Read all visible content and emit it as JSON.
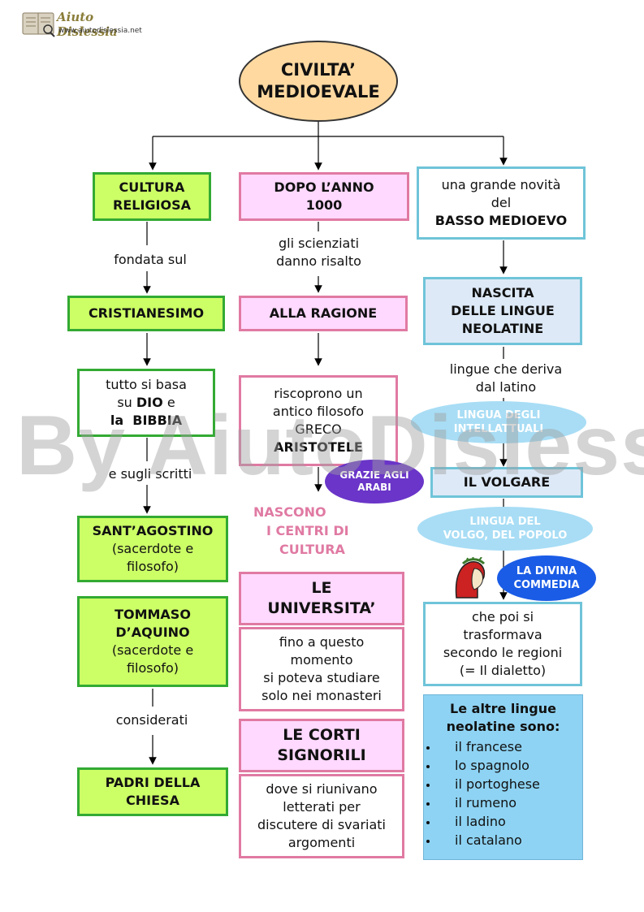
{
  "logo": {
    "brand": "Aiuto Dislessia",
    "url": "www.aiutodislessia.net"
  },
  "watermark": "By AiutoDislessia.net",
  "title": {
    "line1": "CIVILTA’",
    "line2": "MEDIOEVALE"
  },
  "left": {
    "box1": {
      "line1": "CULTURA",
      "line2": "RELIGIOSA"
    },
    "label1": "fondata sul",
    "box2": "CRISTIANESIMO",
    "box3": {
      "line1": "tutto si basa",
      "line2_pre": "su ",
      "line2_bold": "DIO",
      "line2_post": " e",
      "line3_a": "la",
      "line3_b": "BIBBIA"
    },
    "label2": "e sugli scritti",
    "box4": {
      "title": "SANT’AGOSTINO",
      "sub1": "(sacerdote e",
      "sub2": "filosofo)"
    },
    "box5": {
      "title1": "TOMMASO",
      "title2": "D’AQUINO",
      "sub1": "(sacerdote e",
      "sub2": "filosofo)"
    },
    "label3": "considerati",
    "box6": {
      "line1": "PADRI DELLA",
      "line2": "CHIESA"
    }
  },
  "middle": {
    "box1": {
      "line1": "DOPO L’ANNO",
      "line2": "1000"
    },
    "label1": {
      "line1": "gli scienziati",
      "line2": "danno risalto"
    },
    "box2": "ALLA RAGIONE",
    "box3": {
      "line1": "riscoprono un",
      "line2": "antico filosofo",
      "line3": "GRECO",
      "line4": "ARISTOTELE"
    },
    "bubble": {
      "line1": "GRAZIE AGLI",
      "line2": "ARABI"
    },
    "nascono": {
      "line1": "NASCONO",
      "line2": "I CENTRI DI",
      "line3": "CULTURA"
    },
    "box4": {
      "line1": "LE",
      "line2": "UNIVERSITA’"
    },
    "box5": {
      "line1": "fino a questo",
      "line2": "momento",
      "line3": "si poteva studiare",
      "line4": "solo nei monasteri"
    },
    "box6": {
      "line1": "LE CORTI",
      "line2": "SIGNORILI"
    },
    "box7": {
      "line1": "dove si riunivano",
      "line2": "letterati per",
      "line3": "discutere di svariati",
      "line4": "argomenti"
    }
  },
  "right": {
    "box1": {
      "line1": "una grande novità",
      "line2": "del",
      "line3": "BASSO MEDIOEVO"
    },
    "box2": {
      "line1": "NASCITA",
      "line2": "DELLE LINGUE",
      "line3": "NEOLATINE"
    },
    "label1": {
      "line1": "lingue che deriva",
      "line2": "dal latino"
    },
    "ellipse1": {
      "line1": "LINGUA DEGLI",
      "line2": "INTELLATTUALI"
    },
    "box3": "IL VOLGARE",
    "ellipse2": {
      "line1": "LINGUA DEL",
      "line2": "VOLGO, DEL POPOLO"
    },
    "ellipse3": {
      "line1": "LA DIVINA",
      "line2": "COMMEDIA"
    },
    "box4": {
      "line1": "che poi si",
      "line2": "trasformava",
      "line3": "secondo le regioni",
      "line4": "(= Il dialetto)"
    },
    "box5": {
      "title1": "Le altre lingue",
      "title2": "neolatine sono:",
      "items": [
        "il francese",
        "lo spagnolo",
        "il portoghese",
        "il rumeno",
        "il ladino",
        "il catalano"
      ]
    }
  },
  "colors": {
    "green_fill": "#ccff66",
    "green_border": "#33aa33",
    "pink_fill": "#ffd9ff",
    "pink_border": "#e07aa3",
    "blue_fill": "#dde9f7",
    "blue_border": "#6fc4d9",
    "title_fill": "#ffd9a0",
    "purple": "#6a35c8",
    "light_blue_ellipse": "#a8ddf5",
    "royal_blue": "#1a5ce6",
    "list_fill": "#8ed3f3",
    "pink_text": "#e07aa3"
  }
}
